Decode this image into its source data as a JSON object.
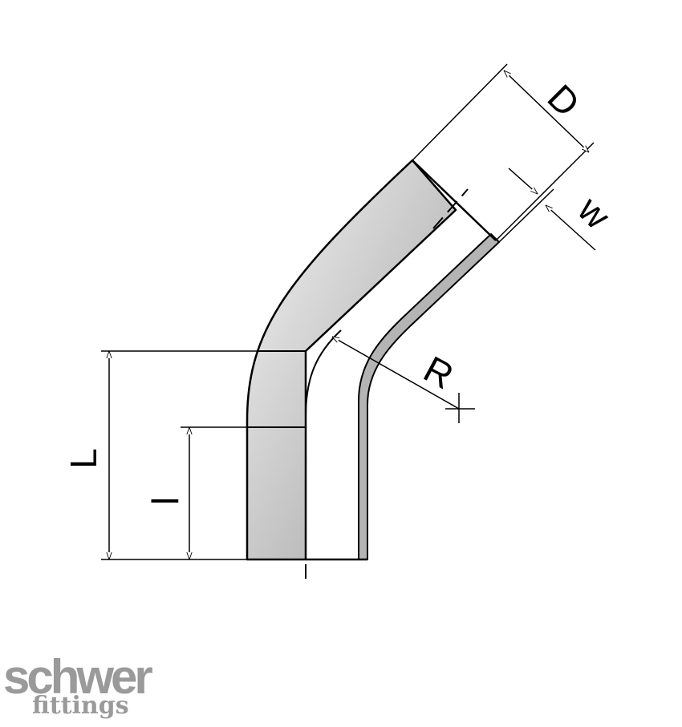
{
  "dimensions": {
    "diameter_label": "D",
    "wall_label": "w",
    "radius_label": "R",
    "length_label": "L",
    "short_length_label": "l"
  },
  "logo": {
    "brand": "schwer",
    "sub": "fittings"
  },
  "colors": {
    "line": "#000000",
    "section_fill_light": "#efefef",
    "section_fill_dark": "#9d9d9d",
    "wall_fill": "#b4b4b4",
    "logo": "#9a9a9a"
  }
}
